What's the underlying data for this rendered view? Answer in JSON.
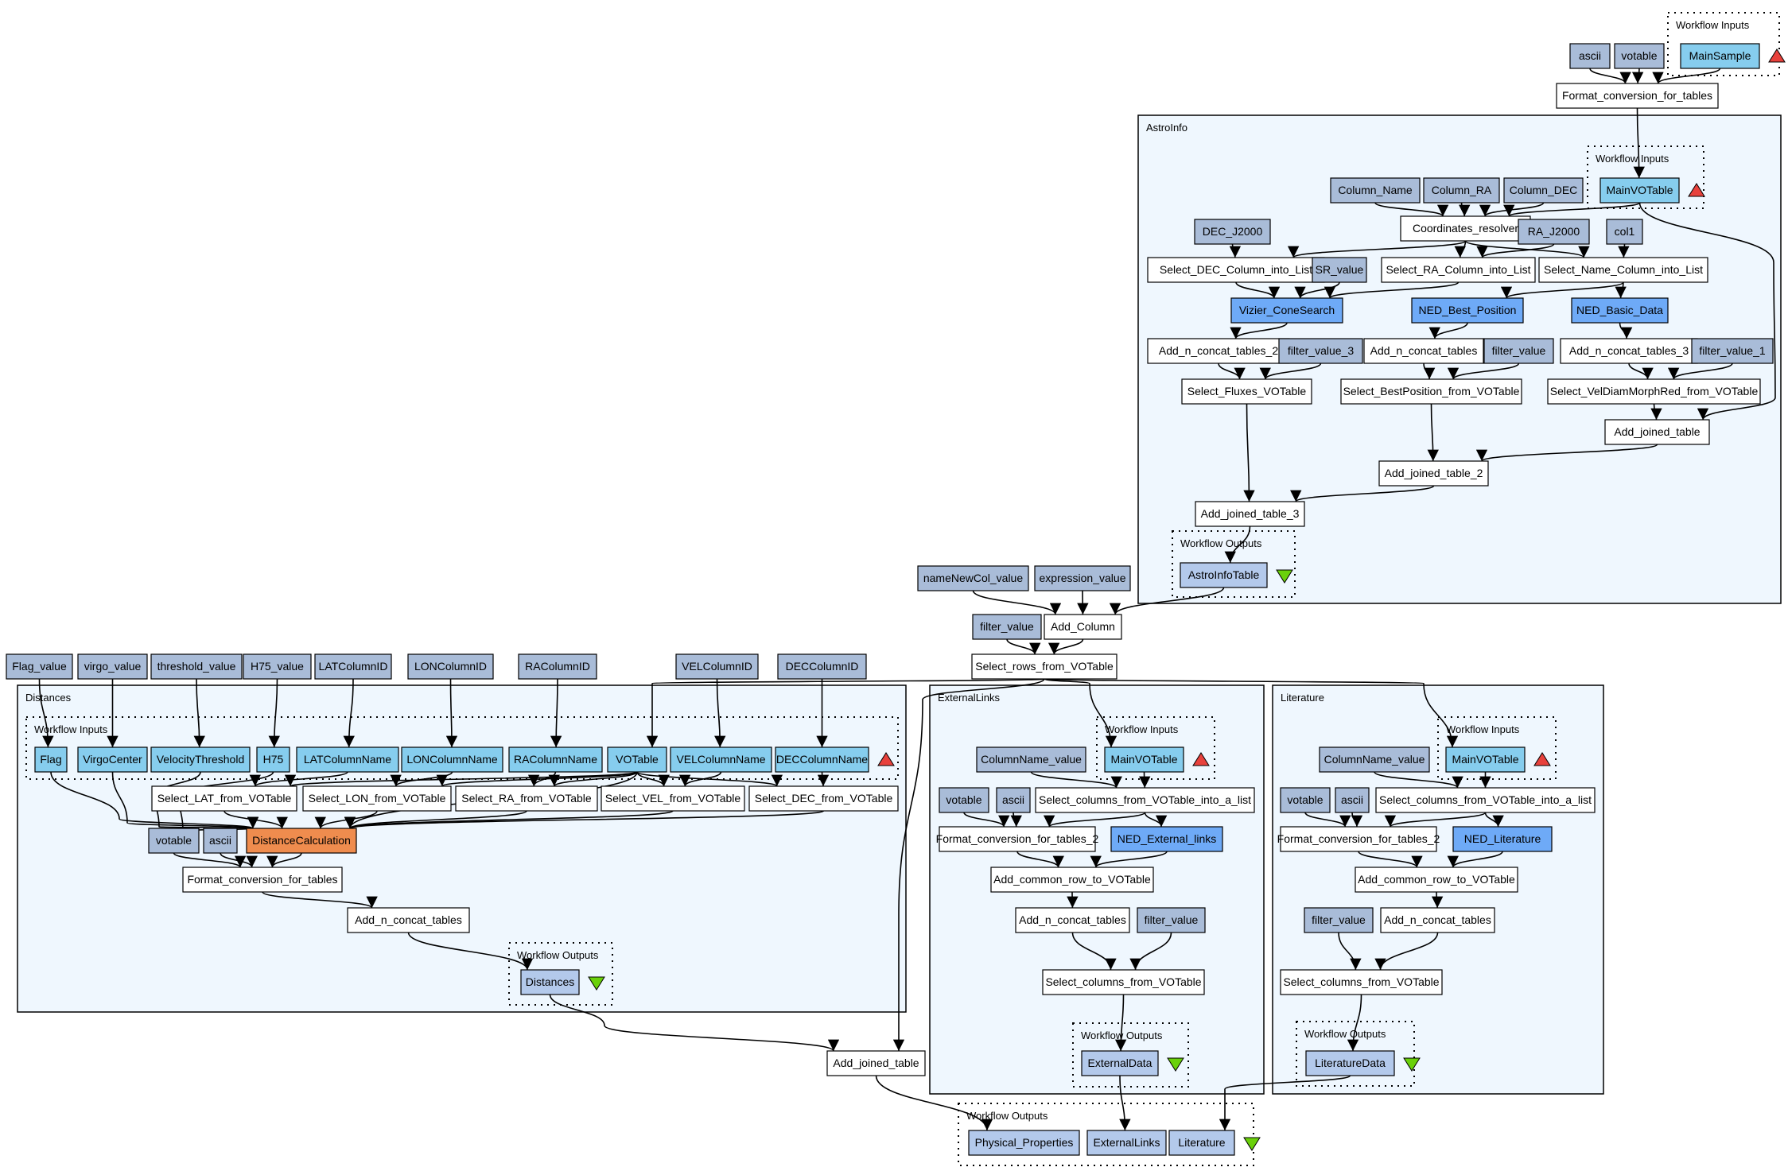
{
  "colors": {
    "processor": "#ffffff",
    "constant": "#a9bcd8",
    "input": "#86cdee",
    "service": "#6eaaf7",
    "beanshell": "#ef8c4e",
    "output": "#b3c9eb",
    "cluster": "#eff7fe",
    "input_marker": "#e8413c",
    "output_marker": "#6ad10a"
  },
  "clusters": [
    {
      "id": "top-inputs",
      "label": "Workflow Inputs",
      "dotted": true
    },
    {
      "id": "astroinfo",
      "label": "AstroInfo",
      "dotted": false
    },
    {
      "id": "astro-inputs",
      "label": "Workflow Inputs",
      "dotted": true
    },
    {
      "id": "astro-outputs",
      "label": "Workflow Outputs",
      "dotted": true
    },
    {
      "id": "distances",
      "label": "Distances",
      "dotted": false
    },
    {
      "id": "dist-inputs",
      "label": "Workflow Inputs",
      "dotted": true
    },
    {
      "id": "dist-outputs",
      "label": "Workflow Outputs",
      "dotted": true
    },
    {
      "id": "extlinks",
      "label": "ExternalLinks",
      "dotted": false
    },
    {
      "id": "ext-inputs",
      "label": "Workflow Inputs",
      "dotted": true
    },
    {
      "id": "ext-outputs",
      "label": "Workflow Outputs",
      "dotted": true
    },
    {
      "id": "literature",
      "label": "Literature",
      "dotted": false
    },
    {
      "id": "lit-inputs",
      "label": "Workflow Inputs",
      "dotted": true
    },
    {
      "id": "lit-outputs",
      "label": "Workflow Outputs",
      "dotted": true
    },
    {
      "id": "main-outputs",
      "label": "Workflow Outputs",
      "dotted": true
    }
  ],
  "nodes": [
    {
      "id": "t_ascii",
      "label": "ascii",
      "type": "constant"
    },
    {
      "id": "t_votable",
      "label": "votable",
      "type": "constant"
    },
    {
      "id": "t_mainsample",
      "label": "MainSample",
      "type": "input"
    },
    {
      "id": "t_format",
      "label": "Format_conversion_for_tables",
      "type": "processor"
    },
    {
      "id": "a_colname",
      "label": "Column_Name",
      "type": "constant"
    },
    {
      "id": "a_colra",
      "label": "Column_RA",
      "type": "constant"
    },
    {
      "id": "a_coldec",
      "label": "Column_DEC",
      "type": "constant"
    },
    {
      "id": "a_mainvot",
      "label": "MainVOTable",
      "type": "input"
    },
    {
      "id": "a_decj",
      "label": "DEC_J2000",
      "type": "constant"
    },
    {
      "id": "a_coord",
      "label": "Coordinates_resolver",
      "type": "processor"
    },
    {
      "id": "a_raj",
      "label": "RA_J2000",
      "type": "constant"
    },
    {
      "id": "a_col1",
      "label": "col1",
      "type": "constant"
    },
    {
      "id": "a_seldec",
      "label": "Select_DEC_Column_into_List",
      "type": "processor"
    },
    {
      "id": "a_sr",
      "label": "SR_value",
      "type": "constant"
    },
    {
      "id": "a_selra",
      "label": "Select_RA_Column_into_List",
      "type": "processor"
    },
    {
      "id": "a_selname",
      "label": "Select_Name_Column_into_List",
      "type": "processor"
    },
    {
      "id": "a_vizier",
      "label": "Vizier_ConeSearch",
      "type": "service"
    },
    {
      "id": "a_nedbest",
      "label": "NED_Best_Position",
      "type": "service"
    },
    {
      "id": "a_nedbasic",
      "label": "NED_Basic_Data",
      "type": "service"
    },
    {
      "id": "a_addn2",
      "label": "Add_n_concat_tables_2",
      "type": "processor"
    },
    {
      "id": "a_fv3",
      "label": "filter_value_3",
      "type": "constant"
    },
    {
      "id": "a_addn",
      "label": "Add_n_concat_tables",
      "type": "processor"
    },
    {
      "id": "a_fv",
      "label": "filter_value",
      "type": "constant"
    },
    {
      "id": "a_addn3",
      "label": "Add_n_concat_tables_3",
      "type": "processor"
    },
    {
      "id": "a_fv1",
      "label": "filter_value_1",
      "type": "constant"
    },
    {
      "id": "a_selflux",
      "label": "Select_Fluxes_VOTable",
      "type": "processor"
    },
    {
      "id": "a_selbest",
      "label": "Select_BestPosition_from_VOTable",
      "type": "processor"
    },
    {
      "id": "a_selvel",
      "label": "Select_VelDiamMorphRed_from_VOTable",
      "type": "processor"
    },
    {
      "id": "a_addj",
      "label": "Add_joined_table",
      "type": "processor"
    },
    {
      "id": "a_addj2",
      "label": "Add_joined_table_2",
      "type": "processor"
    },
    {
      "id": "a_addj3",
      "label": "Add_joined_table_3",
      "type": "processor"
    },
    {
      "id": "a_out",
      "label": "AstroInfoTable",
      "type": "output"
    },
    {
      "id": "m_namecol",
      "label": "nameNewCol_value",
      "type": "constant"
    },
    {
      "id": "m_expr",
      "label": "expression_value",
      "type": "constant"
    },
    {
      "id": "m_filter",
      "label": "filter_value",
      "type": "constant"
    },
    {
      "id": "m_addcol",
      "label": "Add_Column",
      "type": "processor"
    },
    {
      "id": "m_selrows",
      "label": "Select_rows_from_VOTable",
      "type": "processor"
    },
    {
      "id": "g_flag",
      "label": "Flag_value",
      "type": "constant"
    },
    {
      "id": "g_virgo",
      "label": "virgo_value",
      "type": "constant"
    },
    {
      "id": "g_thresh",
      "label": "threshold_value",
      "type": "constant"
    },
    {
      "id": "g_h75",
      "label": "H75_value",
      "type": "constant"
    },
    {
      "id": "g_lat",
      "label": "LATColumnID",
      "type": "constant"
    },
    {
      "id": "g_lon",
      "label": "LONColumnID",
      "type": "constant"
    },
    {
      "id": "g_ra",
      "label": "RAColumnID",
      "type": "constant"
    },
    {
      "id": "g_vel",
      "label": "VELColumnID",
      "type": "constant"
    },
    {
      "id": "g_dec",
      "label": "DECColumnID",
      "type": "constant"
    },
    {
      "id": "d_flag",
      "label": "Flag",
      "type": "input"
    },
    {
      "id": "d_virgo",
      "label": "VirgoCenter",
      "type": "input"
    },
    {
      "id": "d_vth",
      "label": "VelocityThreshold",
      "type": "input"
    },
    {
      "id": "d_h75",
      "label": "H75",
      "type": "input"
    },
    {
      "id": "d_lat",
      "label": "LATColumnName",
      "type": "input"
    },
    {
      "id": "d_lon",
      "label": "LONColumnName",
      "type": "input"
    },
    {
      "id": "d_ra",
      "label": "RAColumnName",
      "type": "input"
    },
    {
      "id": "d_vot",
      "label": "VOTable",
      "type": "input"
    },
    {
      "id": "d_vel",
      "label": "VELColumnName",
      "type": "input"
    },
    {
      "id": "d_dec",
      "label": "DECColumnName",
      "type": "input"
    },
    {
      "id": "d_sellat",
      "label": "Select_LAT_from_VOTable",
      "type": "processor"
    },
    {
      "id": "d_sellon",
      "label": "Select_LON_from_VOTable",
      "type": "processor"
    },
    {
      "id": "d_selra",
      "label": "Select_RA_from_VOTable",
      "type": "processor"
    },
    {
      "id": "d_selvel",
      "label": "Select_VEL_from_VOTable",
      "type": "processor"
    },
    {
      "id": "d_seldec",
      "label": "Select_DEC_from_VOTable",
      "type": "processor"
    },
    {
      "id": "d_votable",
      "label": "votable",
      "type": "constant"
    },
    {
      "id": "d_ascii",
      "label": "ascii",
      "type": "constant"
    },
    {
      "id": "d_calc",
      "label": "DistanceCalculation",
      "type": "beanshell"
    },
    {
      "id": "d_format",
      "label": "Format_conversion_for_tables",
      "type": "processor"
    },
    {
      "id": "d_addn",
      "label": "Add_n_concat_tables",
      "type": "processor"
    },
    {
      "id": "d_out",
      "label": "Distances",
      "type": "output"
    },
    {
      "id": "e_colname",
      "label": "ColumnName_value",
      "type": "constant"
    },
    {
      "id": "e_mainvot",
      "label": "MainVOTable",
      "type": "input"
    },
    {
      "id": "e_votable",
      "label": "votable",
      "type": "constant"
    },
    {
      "id": "e_ascii",
      "label": "ascii",
      "type": "constant"
    },
    {
      "id": "e_selcols",
      "label": "Select_columns_from_VOTable_into_a_list",
      "type": "processor"
    },
    {
      "id": "e_format",
      "label": "Format_conversion_for_tables_2",
      "type": "processor"
    },
    {
      "id": "e_ned",
      "label": "NED_External_links",
      "type": "service"
    },
    {
      "id": "e_addrow",
      "label": "Add_common_row_to_VOTable",
      "type": "processor"
    },
    {
      "id": "e_addn",
      "label": "Add_n_concat_tables",
      "type": "processor"
    },
    {
      "id": "e_fv",
      "label": "filter_value",
      "type": "constant"
    },
    {
      "id": "e_selvot",
      "label": "Select_columns_from_VOTable",
      "type": "processor"
    },
    {
      "id": "e_out",
      "label": "ExternalData",
      "type": "output"
    },
    {
      "id": "l_colname",
      "label": "ColumnName_value",
      "type": "constant"
    },
    {
      "id": "l_mainvot",
      "label": "MainVOTable",
      "type": "input"
    },
    {
      "id": "l_votable",
      "label": "votable",
      "type": "constant"
    },
    {
      "id": "l_ascii",
      "label": "ascii",
      "type": "constant"
    },
    {
      "id": "l_selcols",
      "label": "Select_columns_from_VOTable_into_a_list",
      "type": "processor"
    },
    {
      "id": "l_format",
      "label": "Format_conversion_for_tables_2",
      "type": "processor"
    },
    {
      "id": "l_ned",
      "label": "NED_Literature",
      "type": "service"
    },
    {
      "id": "l_addrow",
      "label": "Add_common_row_to_VOTable",
      "type": "processor"
    },
    {
      "id": "l_fv",
      "label": "filter_value",
      "type": "constant"
    },
    {
      "id": "l_addn",
      "label": "Add_n_concat_tables",
      "type": "processor"
    },
    {
      "id": "l_selvot",
      "label": "Select_columns_from_VOTable",
      "type": "processor"
    },
    {
      "id": "l_out",
      "label": "LiteratureData",
      "type": "output"
    },
    {
      "id": "m_addj",
      "label": "Add_joined_table",
      "type": "processor"
    },
    {
      "id": "o_phys",
      "label": "Physical_Properties",
      "type": "output"
    },
    {
      "id": "o_ext",
      "label": "ExternalLinks",
      "type": "output"
    },
    {
      "id": "o_lit",
      "label": "Literature",
      "type": "output"
    }
  ],
  "edges": [
    [
      "t_ascii",
      "t_format"
    ],
    [
      "t_votable",
      "t_format"
    ],
    [
      "t_mainsample",
      "t_format"
    ],
    [
      "t_format",
      "a_mainvot"
    ],
    [
      "a_colname",
      "a_coord"
    ],
    [
      "a_colra",
      "a_coord"
    ],
    [
      "a_coldec",
      "a_coord"
    ],
    [
      "a_mainvot",
      "a_coord"
    ],
    [
      "a_coord",
      "a_seldec"
    ],
    [
      "a_coord",
      "a_selra"
    ],
    [
      "a_coord",
      "a_selname"
    ],
    [
      "a_decj",
      "a_seldec"
    ],
    [
      "a_raj",
      "a_selra"
    ],
    [
      "a_col1",
      "a_selname"
    ],
    [
      "a_seldec",
      "a_vizier"
    ],
    [
      "a_sr",
      "a_vizier"
    ],
    [
      "a_selra",
      "a_vizier"
    ],
    [
      "a_selname",
      "a_nedbest"
    ],
    [
      "a_selname",
      "a_nedbasic"
    ],
    [
      "a_vizier",
      "a_addn2"
    ],
    [
      "a_nedbest",
      "a_addn"
    ],
    [
      "a_nedbasic",
      "a_addn3"
    ],
    [
      "a_addn2",
      "a_selflux"
    ],
    [
      "a_fv3",
      "a_selflux"
    ],
    [
      "a_addn",
      "a_selbest"
    ],
    [
      "a_fv",
      "a_selbest"
    ],
    [
      "a_addn3",
      "a_selvel"
    ],
    [
      "a_fv1",
      "a_selvel"
    ],
    [
      "a_selvel",
      "a_addj"
    ],
    [
      "a_mainvot",
      "a_addj"
    ],
    [
      "a_selbest",
      "a_addj2"
    ],
    [
      "a_addj",
      "a_addj2"
    ],
    [
      "a_selflux",
      "a_addj3"
    ],
    [
      "a_addj2",
      "a_addj3"
    ],
    [
      "a_addj3",
      "a_out"
    ],
    [
      "m_namecol",
      "m_addcol"
    ],
    [
      "m_expr",
      "m_addcol"
    ],
    [
      "a_out",
      "m_addcol"
    ],
    [
      "m_filter",
      "m_selrows"
    ],
    [
      "m_addcol",
      "m_selrows"
    ],
    [
      "m_selrows",
      "d_vot"
    ],
    [
      "m_selrows",
      "e_mainvot"
    ],
    [
      "m_selrows",
      "l_mainvot"
    ],
    [
      "m_selrows",
      "m_addj"
    ],
    [
      "g_flag",
      "d_flag"
    ],
    [
      "g_virgo",
      "d_virgo"
    ],
    [
      "g_thresh",
      "d_vth"
    ],
    [
      "g_h75",
      "d_h75"
    ],
    [
      "g_lat",
      "d_lat"
    ],
    [
      "g_lon",
      "d_lon"
    ],
    [
      "g_ra",
      "d_ra"
    ],
    [
      "g_vel",
      "d_vel"
    ],
    [
      "g_dec",
      "d_dec"
    ],
    [
      "d_lat",
      "d_sellat"
    ],
    [
      "d_lon",
      "d_sellon"
    ],
    [
      "d_ra",
      "d_selra"
    ],
    [
      "d_vel",
      "d_selvel"
    ],
    [
      "d_dec",
      "d_seldec"
    ],
    [
      "d_vot",
      "d_sellat"
    ],
    [
      "d_vot",
      "d_sellon"
    ],
    [
      "d_vot",
      "d_selra"
    ],
    [
      "d_vot",
      "d_selvel"
    ],
    [
      "d_vot",
      "d_seldec"
    ],
    [
      "d_flag",
      "d_calc"
    ],
    [
      "d_virgo",
      "d_calc"
    ],
    [
      "d_vth",
      "d_calc"
    ],
    [
      "d_h75",
      "d_calc"
    ],
    [
      "d_sellat",
      "d_calc"
    ],
    [
      "d_sellon",
      "d_calc"
    ],
    [
      "d_selra",
      "d_calc"
    ],
    [
      "d_selvel",
      "d_calc"
    ],
    [
      "d_seldec",
      "d_calc"
    ],
    [
      "d_vot",
      "d_calc"
    ],
    [
      "d_votable",
      "d_format"
    ],
    [
      "d_ascii",
      "d_format"
    ],
    [
      "d_calc",
      "d_format"
    ],
    [
      "d_format",
      "d_addn"
    ],
    [
      "d_addn",
      "d_out"
    ],
    [
      "d_out",
      "m_addj"
    ],
    [
      "e_colname",
      "e_selcols"
    ],
    [
      "e_mainvot",
      "e_selcols"
    ],
    [
      "e_votable",
      "e_format"
    ],
    [
      "e_ascii",
      "e_format"
    ],
    [
      "e_selcols",
      "e_format"
    ],
    [
      "e_selcols",
      "e_ned"
    ],
    [
      "e_format",
      "e_addrow"
    ],
    [
      "e_ned",
      "e_addrow"
    ],
    [
      "e_addrow",
      "e_addn"
    ],
    [
      "e_addn",
      "e_selvot"
    ],
    [
      "e_fv",
      "e_selvot"
    ],
    [
      "e_selvot",
      "e_out"
    ],
    [
      "l_colname",
      "l_selcols"
    ],
    [
      "l_mainvot",
      "l_selcols"
    ],
    [
      "l_votable",
      "l_format"
    ],
    [
      "l_ascii",
      "l_format"
    ],
    [
      "l_selcols",
      "l_format"
    ],
    [
      "l_selcols",
      "l_ned"
    ],
    [
      "l_format",
      "l_addrow"
    ],
    [
      "l_ned",
      "l_addrow"
    ],
    [
      "l_addrow",
      "l_addn"
    ],
    [
      "l_addn",
      "l_selvot"
    ],
    [
      "l_fv",
      "l_selvot"
    ],
    [
      "l_selvot",
      "l_out"
    ],
    [
      "m_addj",
      "o_phys"
    ],
    [
      "e_out",
      "o_ext"
    ],
    [
      "l_out",
      "o_lit"
    ]
  ]
}
